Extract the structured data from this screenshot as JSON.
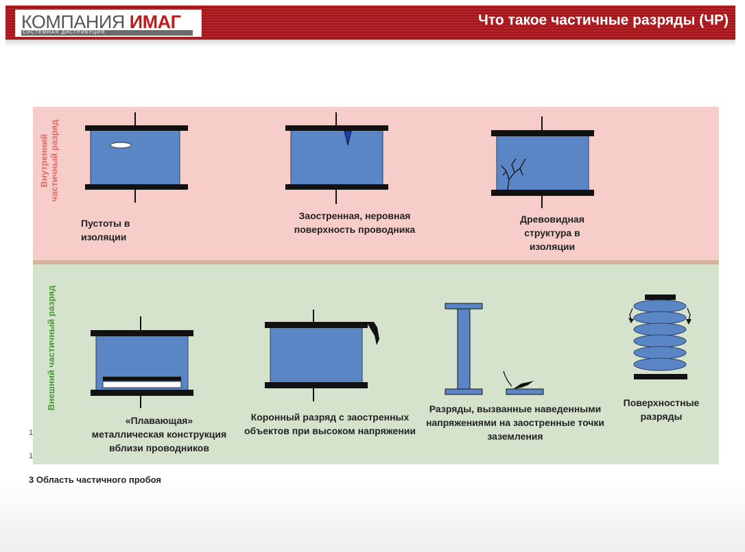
{
  "header": {
    "logo_light": "КОМПАНИЯ",
    "logo_bold": "ИМАГ",
    "logo_sub": "СИСТЕМНАЯ ДИСТРИБУЦИЯ",
    "title": "Что такое частичные разряды (ЧР)"
  },
  "colors": {
    "header_red": "#b01a1f",
    "internal_band": "#f6cdc8",
    "external_band": "#d6e3cc",
    "insulation_blue": "#5b86c5",
    "electrode": "#111111",
    "internal_label": "#e56b6b",
    "external_label": "#4a9a3a"
  },
  "sections": {
    "internal": {
      "label": "Внутренний частичный разряд",
      "items": [
        {
          "caption": "Пустоты в изоляции",
          "icon": "void-in-insulation-icon"
        },
        {
          "caption": "Заостренная, неровная поверхность проводника",
          "icon": "sharp-conductor-surface-icon"
        },
        {
          "caption": "Древовидная структура в изоляции",
          "icon": "treeing-structure-icon"
        }
      ]
    },
    "external": {
      "label": "Внешний частичный разряд",
      "items": [
        {
          "caption": "«Плавающая» металлическая конструкция вблизи проводников",
          "icon": "floating-metal-structure-icon"
        },
        {
          "caption": "Коронный разряд с заостренных объектов при высоком напряжении",
          "icon": "corona-discharge-icon"
        },
        {
          "caption": "Разряды, вызванные наведенными напряжениями на заостренные точки заземления",
          "icon": "induced-voltage-discharge-icon"
        },
        {
          "caption": "Поверхностные разряды",
          "icon": "surface-discharge-icon"
        }
      ]
    }
  },
  "footer_note": "3 Область частичного пробоя",
  "stray_marks": [
    "1",
    "1"
  ]
}
